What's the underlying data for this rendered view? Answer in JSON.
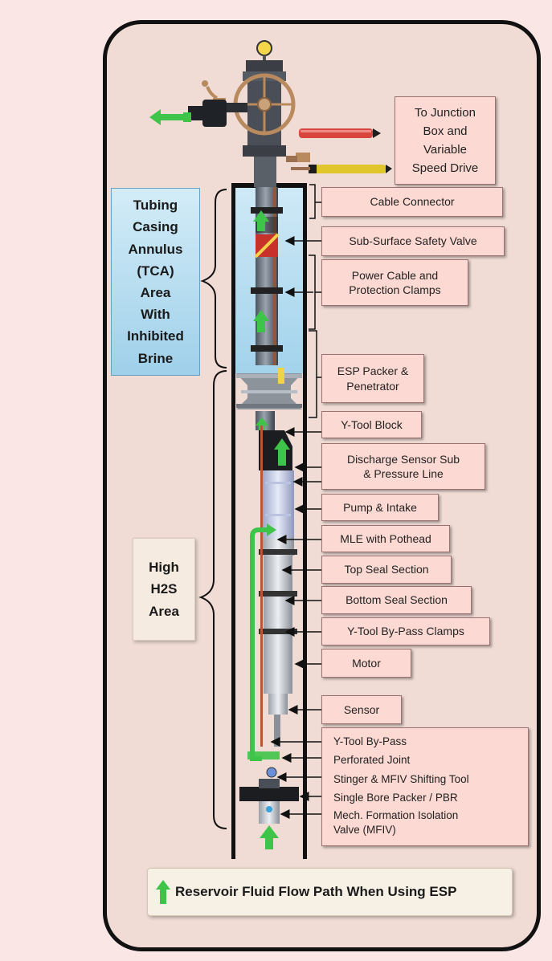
{
  "areas": {
    "tca": "Tubing\nCasing\nAnnulus\n(TCA)\nArea\nWith\nInhibited\nBrine",
    "h2s": "High\nH2S\nArea"
  },
  "labels": {
    "junction_box": "To Junction\nBox and\nVariable\nSpeed Drive",
    "cable_connector": "Cable Connector",
    "sssv": "Sub-Surface Safety Valve",
    "power_cable": "Power Cable and\nProtection Clamps",
    "esp_packer": "ESP Packer &\nPenetrator",
    "ytool_block": "Y-Tool Block",
    "discharge_sensor": "Discharge Sensor Sub\n& Pressure Line",
    "pump_intake": "Pump  & Intake",
    "mle_pothead": "MLE with Pothead",
    "top_seal": "Top Seal Section",
    "bottom_seal": "Bottom Seal Section",
    "ytool_clamps": "Y-Tool By-Pass Clamps",
    "motor": "Motor",
    "sensor": "Sensor"
  },
  "bottom_labels": {
    "ytool_bypass": "Y-Tool By-Pass",
    "perforated_joint": "Perforated Joint",
    "stinger": "Stinger & MFIV Shifting Tool",
    "packer_pbr": "Single Bore Packer / PBR",
    "mfiv": "Mech. Formation Isolation\nValve (MFIV)"
  },
  "legend": {
    "text": "Reservoir Fluid Flow Path When Using ESP"
  },
  "colors": {
    "flow_arrow": "#3fc44a",
    "tca_fill": "#a8d6ee",
    "label_fill": "#fcd9d2",
    "frame": "#111111"
  }
}
